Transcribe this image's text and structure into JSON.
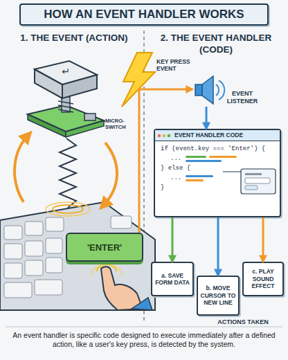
{
  "diagram": {
    "title": "HOW AN EVENT HANDLER WORKS",
    "caption": "An event handler is specific code designed to execute immediately after a defined action, like a user's key press, is detected by the system.",
    "nodes": [
      {
        "text": [
          "'ENTER'"
        ]
      },
      {
        "text": [
          "EVENT LISTENER"
        ]
      },
      {
        "text": [
          "EVENT HANDLER CODE",
          "if (event.key === 'Enter') {",
          "...",
          "} else {",
          "...",
          "}"
        ]
      },
      {
        "text": [
          "a. SAVE FORM DATA"
        ]
      },
      {
        "text": [
          "b. MOVE CURSOR TO NEW LINE"
        ]
      },
      {
        "text": [
          "c. PLAY SOUND EFFECT"
        ]
      }
    ],
    "edges": [
      {
        "from": 0,
        "to": 1,
        "label": "KEY PRESS EVENT",
        "arrow": "to"
      },
      {
        "from": 1,
        "to": 2,
        "arrow": "to"
      },
      {
        "from": 2,
        "to": 3,
        "arrow": "to"
      },
      {
        "from": 2,
        "to": 4,
        "arrow": "to"
      },
      {
        "from": 2,
        "to": 5,
        "arrow": "to"
      }
    ],
    "labels": [
      "1. THE EVENT (ACTION)",
      "2. THE EVENT HANDLER (CODE)",
      "↵",
      "MICRO-SWITCH",
      "ACTIONS TAKEN"
    ]
  }
}
